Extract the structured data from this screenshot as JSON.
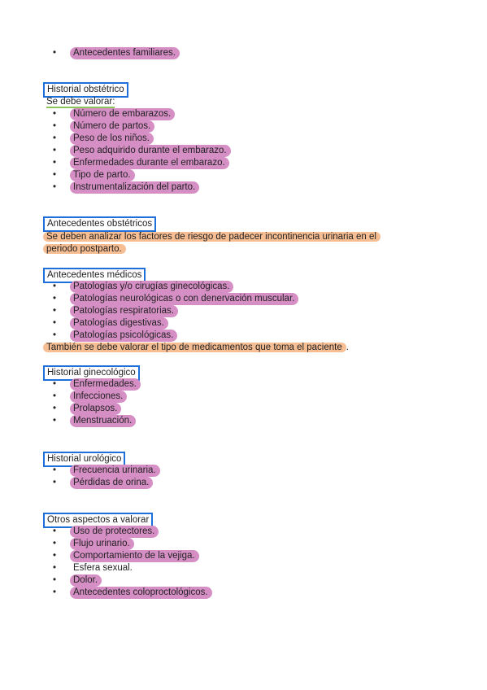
{
  "section0": {
    "items": [
      "Antecedentes familiares."
    ]
  },
  "obstetric_history": {
    "title": "Historial obstétrico",
    "intro": "Se debe valorar:",
    "items": [
      "Número de embarazos.",
      "Número de partos.",
      "Peso de los niños.",
      "Peso adquirido durante el embarazo.",
      "Enfermedades durante el embarazo.",
      "Tipo de parto.",
      "Instrumentalización del parto."
    ]
  },
  "obstetric_antecedents": {
    "title": "Antecedentes obstétricos",
    "text_line1": "Se deben analizar los factores de riesgo de padecer incontinencia urinaria en el",
    "text_line2": "periodo postparto."
  },
  "medical_antecedents": {
    "title": "Antecedentes médicos",
    "items": [
      "Patologías y/o cirugías ginecológicas.",
      "Patologías neurológicas o con denervación muscular.",
      "Patologías respiratorias.",
      "Patologías digestivas.",
      "Patologías psicológicas."
    ],
    "note": "También se debe valorar el tipo de medicamentos que toma el paciente",
    "note_end": "."
  },
  "gyn_history": {
    "title": "Historial ginecológico",
    "items": [
      "Enfermedades.",
      "Infecciones.",
      "Prolapsos.",
      "Menstruación."
    ]
  },
  "uro_history": {
    "title": "Historial urológico",
    "items": [
      "Frecuencia urinaria.",
      "Pérdidas de orina."
    ]
  },
  "other_aspects": {
    "title": "Otros aspectos a valorar",
    "items": [
      "Uso de protectores.",
      "Flujo urinario.",
      "Comportamiento de la vejiga.",
      "Esfera sexual.",
      "Dolor.",
      "Antecedentes coloproctológicos."
    ]
  },
  "bullet": "•",
  "colors": {
    "pink": "#d58fc5",
    "orange": "#f7be94",
    "heading_box": "#1e6fd9",
    "underline": "#8cc55a"
  }
}
